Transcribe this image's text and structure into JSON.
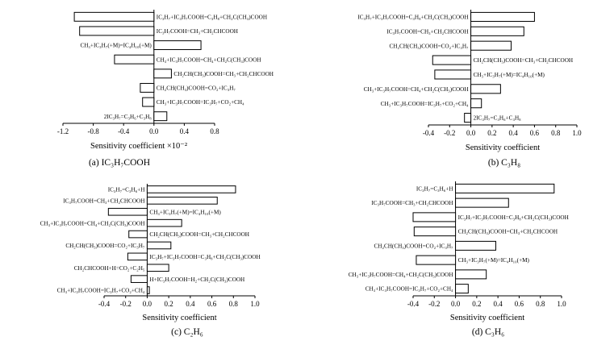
{
  "chart_data": [
    {
      "type": "bar",
      "orientation": "horizontal",
      "caption": "(a) IC₃H₇COOH",
      "xlabel": "Sensitivity coefficient ×10⁻²",
      "xlim": [
        -1.2,
        0.8
      ],
      "xticks": [
        "-1.2",
        "-0.8",
        "-0.4",
        "0.0",
        "0.4",
        "0.8"
      ],
      "categories": [
        "IC₃H₇+IC₃H₇COOH=C₃H₈+CH₂C(CH₃)COOH",
        "IC₃H₇COOH=CH₃+CH₂CHCOOH",
        "CH₃+IC₃H₇(+M)=IC₄H₁₀(+M)",
        "CH₃+IC₃H₇COOH=CH₄+CH₂C(CH₃)COOH",
        "CH₂CH(CH₃)COOH=CH₃+CH₂CHCOOH",
        "CH₂CH(CH₃)COOH=CO₂+IC₃H₇",
        "CH₃+IC₃H₇COOH=IC₃H₇+CO₂+CH₄",
        "2IC₃H₇=C₃H₆+C₃H₈"
      ],
      "values": [
        -1.05,
        -0.98,
        0.62,
        -0.52,
        0.23,
        -0.18,
        -0.15,
        0.17
      ]
    },
    {
      "type": "bar",
      "orientation": "horizontal",
      "caption": "(b) C₃H₈",
      "xlabel": "Sensitivity coefficient",
      "xlim": [
        -0.4,
        1.0
      ],
      "xticks": [
        "-0.4",
        "-0.2",
        "0.0",
        "0.2",
        "0.4",
        "0.6",
        "0.8",
        "1.0"
      ],
      "categories": [
        "IC₃H₇+IC₃H₇COOH=C₃H₈+CH₂C(CH₃)COOH",
        "IC₃H₇COOH=CH₃+CH₂CHCOOH",
        "CH₂CH(CH₃)COOH=CO₂+IC₃H₇",
        "CH₂CH(CH₃)COOH=CH₃+CH₂CHCOOH",
        "CH₃+IC₃H₇(+M)=IC₄H₁₀(+M)",
        "CH₃+IC₃H₇COOH=CH₄+CH₂C(CH₃)COOH",
        "CH₃+IC₃H₇COOH=IC₃H₇+CO₂+CH₄",
        "2IC₃H₇=C₃H₆+C₃H₈"
      ],
      "values": [
        0.6,
        0.5,
        0.38,
        -0.36,
        -0.34,
        0.28,
        0.1,
        -0.06
      ]
    },
    {
      "type": "bar",
      "orientation": "horizontal",
      "caption": "(c) C₂H₆",
      "xlabel": "Sensitivity coefficient",
      "xlim": [
        -0.4,
        1.0
      ],
      "xticks": [
        "-0.4",
        "-0.2",
        "0.0",
        "0.2",
        "0.4",
        "0.6",
        "0.8",
        "1.0"
      ],
      "categories": [
        "IC₃H₇=C₃H₆+H",
        "IC₃H₇COOH=CH₃+CH₂CHCOOH",
        "CH₃+IC₃H₇(+M)=IC₄H₁₀(+M)",
        "CH₃+IC₃H₇COOH=CH₄+CH₂C(CH₃)COOH",
        "CH₂CH(CH₃)COOH=CH₃+CH₂CHCOOH",
        "CH₂CH(CH₃)COOH=CO₂+IC₃H₇",
        "IC₃H₇+IC₃H₇COOH=C₃H₈+CH₂C(CH₃)COOH",
        "CH₂CHCOOH+H=CO₂+C₂H₅",
        "H+IC₃H₇COOH=H₂+CH₂C(CH₃)COOH",
        "CH₃+IC₃H₇COOH=IC₃H₇+CO₂+CH₄"
      ],
      "values": [
        0.82,
        0.65,
        -0.36,
        0.32,
        -0.17,
        0.22,
        -0.18,
        0.2,
        -0.15,
        0.02
      ]
    },
    {
      "type": "bar",
      "orientation": "horizontal",
      "caption": "(d) C₃H₆",
      "xlabel": "Sensitivity coefficient",
      "xlim": [
        -0.4,
        1.0
      ],
      "xticks": [
        "-0.4",
        "-0.2",
        "0.0",
        "0.2",
        "0.4",
        "0.6",
        "0.8",
        "1.0"
      ],
      "categories": [
        "IC₃H₇=C₃H₆+H",
        "IC₃H₇COOH=CH₃+CH₂CHCOOH",
        "IC₃H₇+IC₃H₇COOH=C₃H₈+CH₂C(CH₃)COOH",
        "CH₂CH(CH₃)COOH=CH₃+CH₂CHCOOH",
        "CH₂CH(CH₃)COOH=CO₂+IC₃H₇",
        "CH₃+IC₃H₇(+M)=IC₄H₁₀(+M)",
        "CH₃+IC₃H₇COOH=CH₄+CH₂C(CH₃)COOH",
        "CH₃+IC₃H₇COOH=IC₃H₇+CO₂+CH₄"
      ],
      "values": [
        0.93,
        0.5,
        -0.4,
        -0.39,
        0.38,
        -0.37,
        0.29,
        0.12
      ]
    }
  ]
}
